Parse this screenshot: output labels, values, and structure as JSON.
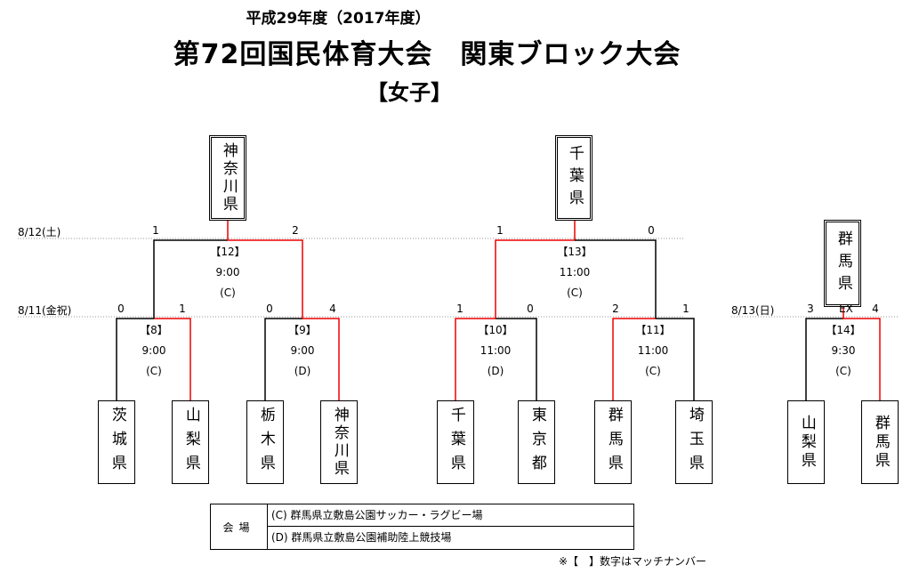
{
  "header": {
    "sub": "平成29年度（2017年度）",
    "main": "第72回国民体育大会　関東ブロック大会",
    "gender": "【女子】"
  },
  "dates": {
    "round2": "8/12(土)",
    "round1": "8/11(金祝)",
    "final": "8/13(日)"
  },
  "winners": {
    "left": "神奈川県",
    "middle": "千葉県",
    "right": "群馬県"
  },
  "teams": [
    "茨城県",
    "山梨県",
    "栃木県",
    "神奈川県",
    "千葉県",
    "東京都",
    "群馬県",
    "埼玉県",
    "山梨県",
    "群馬県"
  ],
  "matches": {
    "m8": {
      "no": "【8】",
      "time": "9:00",
      "venue": "(C)",
      "score_left": "0",
      "score_right": "1"
    },
    "m9": {
      "no": "【9】",
      "time": "9:00",
      "venue": "(D)",
      "score_left": "0",
      "score_right": "4"
    },
    "m10": {
      "no": "【10】",
      "time": "11:00",
      "venue": "(D)",
      "score_left": "1",
      "score_right": "0"
    },
    "m11": {
      "no": "【11】",
      "time": "11:00",
      "venue": "(C)",
      "score_left": "2",
      "score_right": "1"
    },
    "m12": {
      "no": "【12】",
      "time": "9:00",
      "venue": "(C)",
      "score_left": "1",
      "score_right": "2"
    },
    "m13": {
      "no": "【13】",
      "time": "11:00",
      "venue": "(C)",
      "score_left": "1",
      "score_right": "0"
    },
    "m14": {
      "no": "【14】",
      "time": "9:30",
      "venue": "(C)",
      "score_left": "3",
      "score_right": "4",
      "extra": "EX"
    }
  },
  "venues": {
    "label": "会場",
    "c": "(C) 群馬県立敷島公園サッカー・ラグビー場",
    "d": "(D) 群馬県立敷島公園補助陸上競技場"
  },
  "note": "※【　】数字はマッチナンバー",
  "colors": {
    "line": "#000000",
    "winner_line": "#e00000",
    "dotted": "#888888"
  }
}
